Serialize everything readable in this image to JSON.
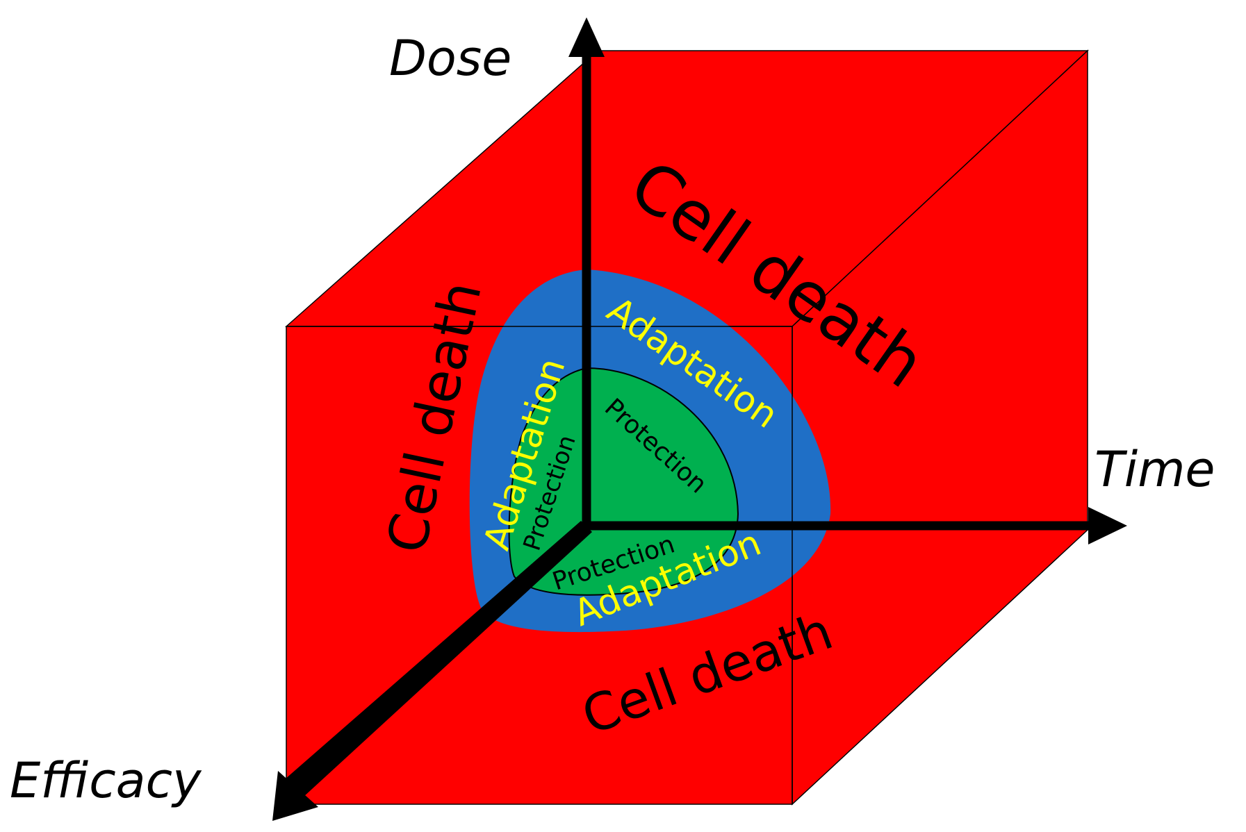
{
  "axes": {
    "dose": "Dose",
    "time": "Time",
    "efficacy": "Efficacy"
  },
  "regions": {
    "outer": "Cell death",
    "middle": "Adaptation",
    "inner": "Protection"
  },
  "labels": {
    "cell_death_top": "Cell death",
    "cell_death_left": "Cell death",
    "cell_death_bottom": "Cell death",
    "adaptation_top": "Adaptation",
    "adaptation_left": "Adaptation",
    "adaptation_bottom": "Adaptation",
    "protection_top": "Protection",
    "protection_left": "Protection",
    "protection_bottom": "Protection"
  },
  "colors": {
    "cell_death": "#ff0000",
    "adaptation": "#1f6fc6",
    "protection": "#00b04f",
    "adaptation_text": "#ffff00",
    "axes": "#000000"
  }
}
